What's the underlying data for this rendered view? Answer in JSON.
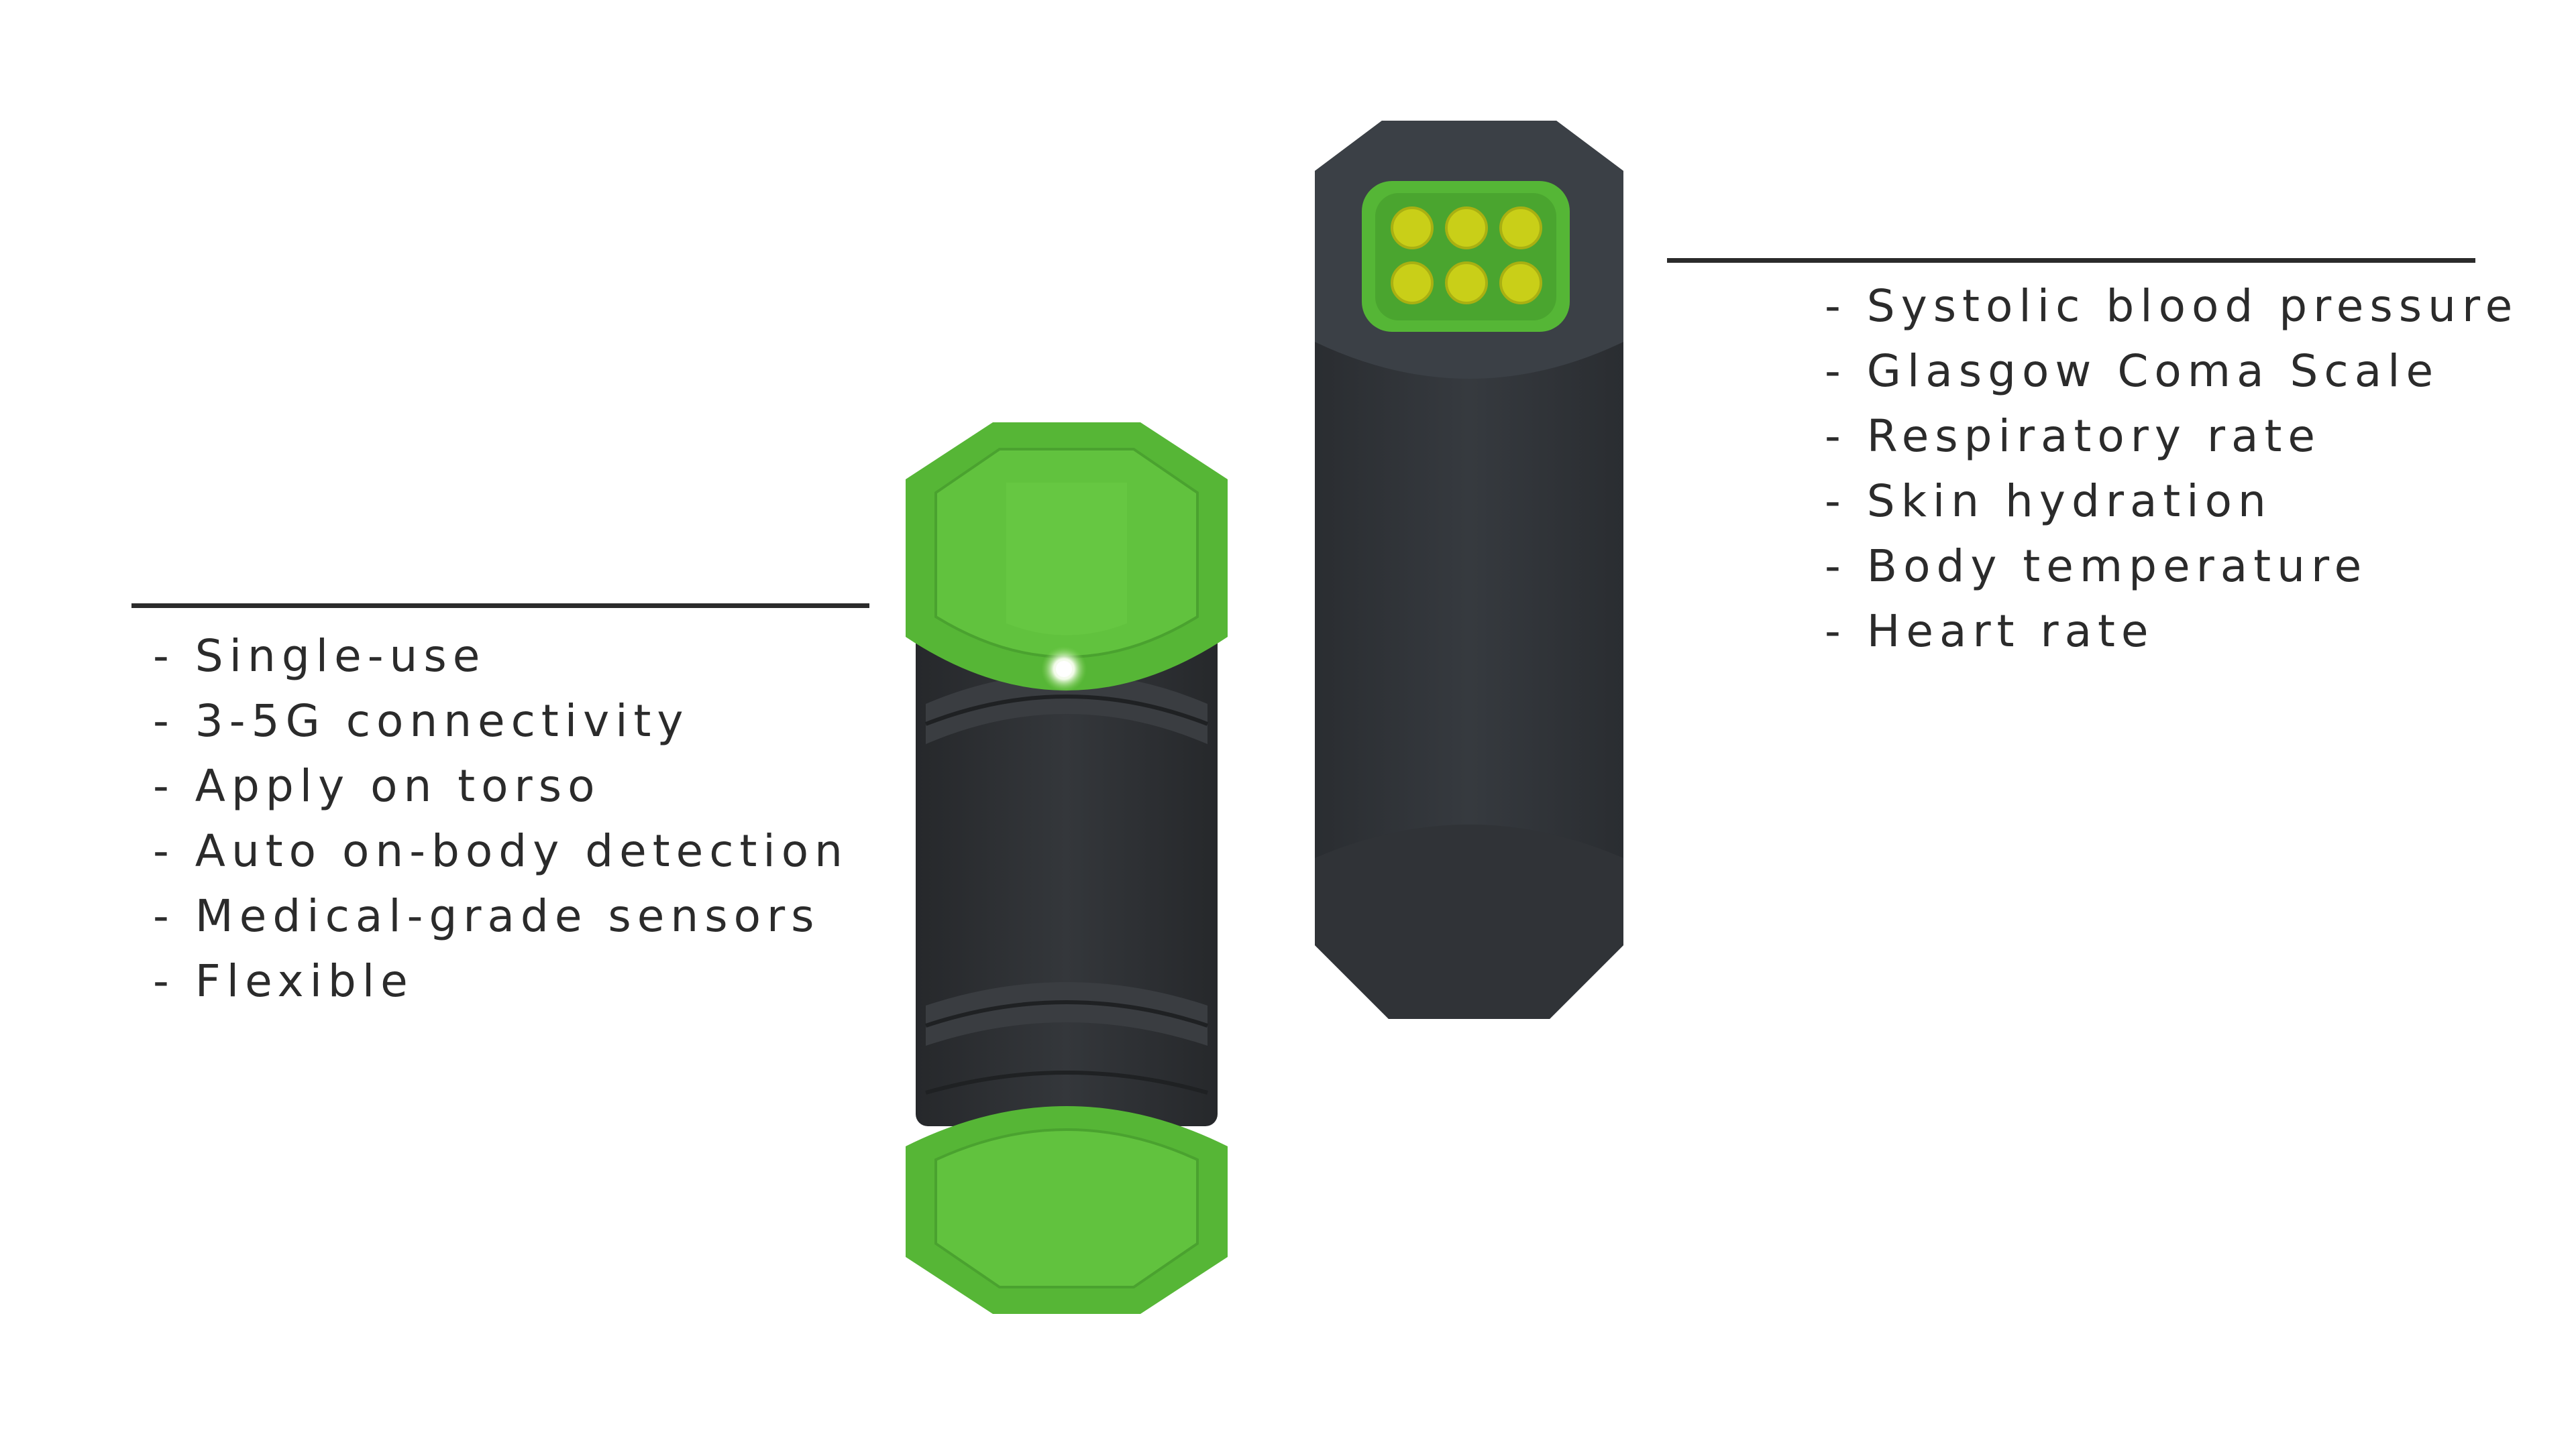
{
  "left_features": [
    "- Single-use",
    "- 3-5G connectivity",
    "- Apply on torso",
    "- Auto on-body detection",
    "- Medical-grade sensors",
    "- Flexible"
  ],
  "right_features": [
    "- Systolic blood pressure",
    "- Glasgow Coma Scale",
    "- Respiratory rate",
    "- Skin hydration",
    "- Body temperature",
    "- Heart rate"
  ],
  "colors": {
    "accent_green": "#55b636",
    "device_body": "#2f3236",
    "sensor_pad": "#c9cf18",
    "text": "#2b2b2b"
  }
}
